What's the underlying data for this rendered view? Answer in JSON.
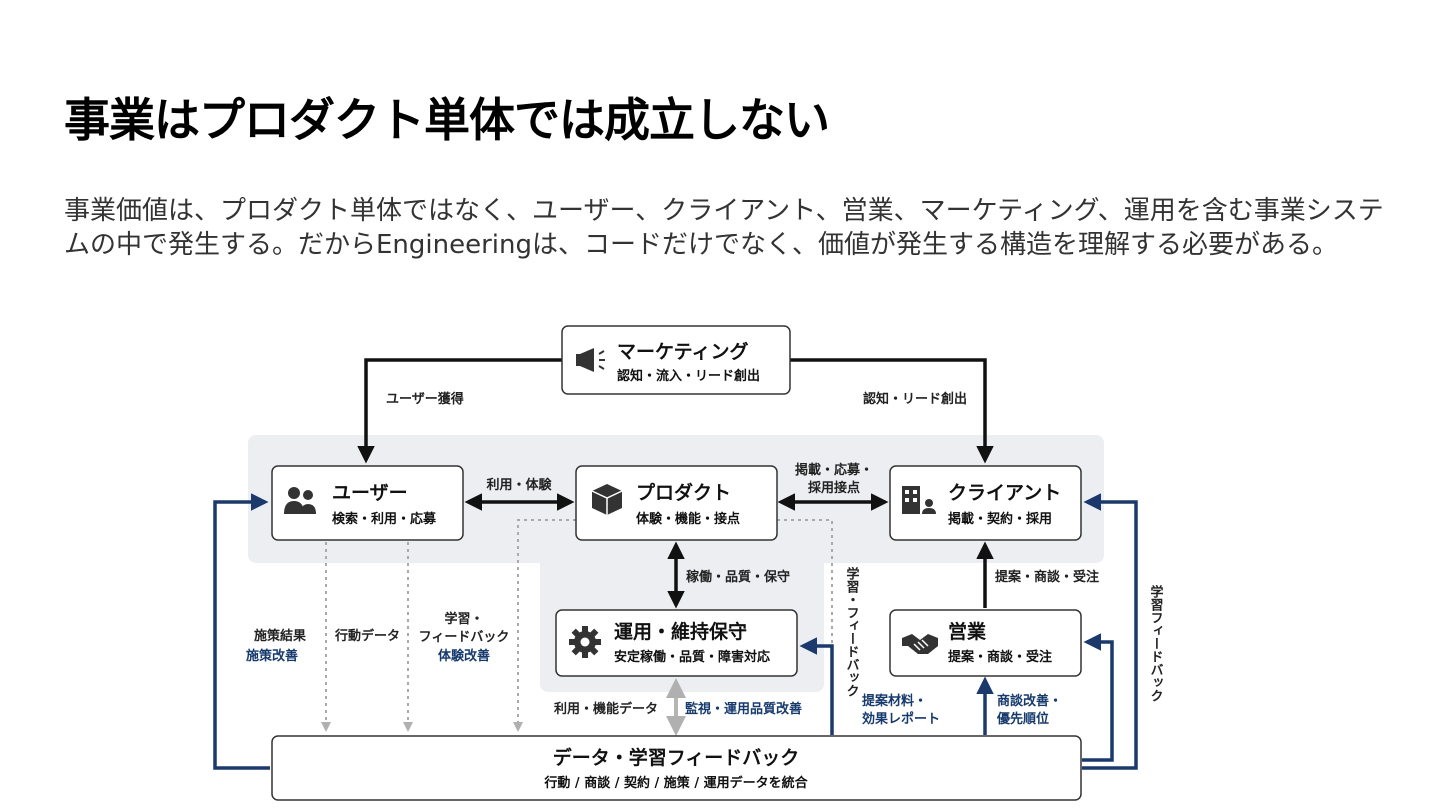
{
  "slide": {
    "title": "事業はプロダクト単体では成立しない",
    "description": "事業価値は、プロダクト単体ではなく、ユーザー、クライアント、営業、マーケティング、運用を含む事業システムの中で発生する。だからEngineeringは、コードだけでなく、価値が発生する構造を理解する必要がある。"
  },
  "diagram": {
    "nodes": {
      "marketing": {
        "title": "マーケティング",
        "sub": "認知・流入・リード創出",
        "icon": "megaphone-icon"
      },
      "user": {
        "title": "ユーザー",
        "sub": "検索・利用・応募",
        "icon": "users-icon"
      },
      "product": {
        "title": "プロダクト",
        "sub": "体験・機能・接点",
        "icon": "box-icon"
      },
      "client": {
        "title": "クライアント",
        "sub": "掲載・契約・採用",
        "icon": "building-icon"
      },
      "ops": {
        "title": "運用・維持保守",
        "sub": "安定稼働・品質・障害対応",
        "icon": "gear-icon"
      },
      "sales": {
        "title": "営業",
        "sub": "提案・商談・受注",
        "icon": "handshake-icon"
      },
      "data": {
        "title": "データ・学習フィードバック",
        "sub": "行動 / 商談 / 契約 / 施策 / 運用データを統合"
      }
    },
    "labels": {
      "user_acquisition": "ユーザー獲得",
      "awareness_lead": "認知・リード創出",
      "use_experience": "利用・体験",
      "posting_apply_1": "掲載・応募・",
      "posting_apply_2": "採用接点",
      "operation_quality": "稼働・品質・保守",
      "proposal_deal": "提案・商談・受注",
      "measure_result": "施策結果",
      "measure_improve": "施策改善",
      "behavior_data": "行動データ",
      "learning_1": "学習・",
      "learning_2": "フィードバック",
      "experience_improve": "体験改善",
      "usage_data": "利用・機能データ",
      "monitoring": "監視・運用品質改善",
      "learning_feedback_vertical": "学習・フィードバック",
      "proposal_materials_1": "提案材料・",
      "proposal_materials_2": "効果レポート",
      "deal_improve_1": "商談改善・",
      "deal_improve_2": "優先順位",
      "right_feedback_vertical": "学習フィードバック"
    }
  }
}
